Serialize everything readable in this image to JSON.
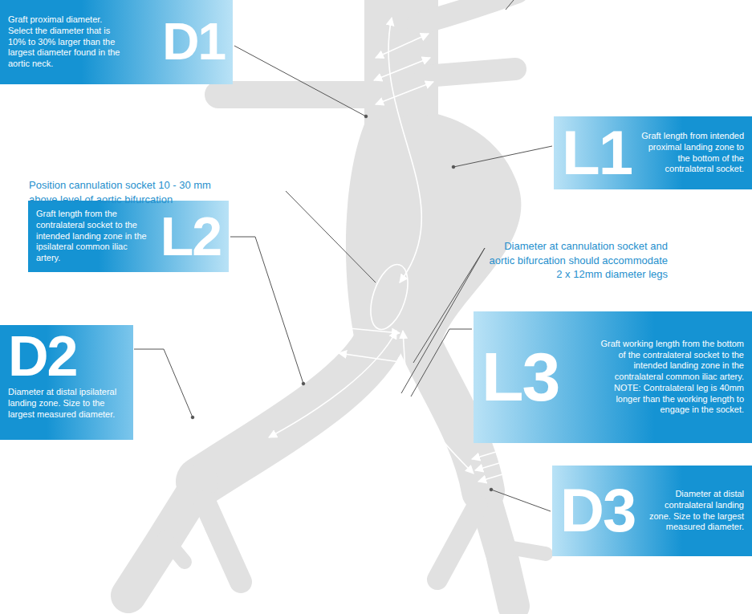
{
  "diagram": {
    "nodes": [
      {
        "text": [
          "D1",
          "Graft proximal diameter. Select the diameter that is 10% to 30% larger than the largest diameter found in the aortic neck."
        ]
      },
      {
        "text": [
          "L1",
          "Graft length from intended proximal landing zone to the bottom of the contralateral socket."
        ]
      },
      {
        "text": [
          "L2",
          "Graft length from the contralateral socket to the intended landing zone in the ipsilateral common iliac artery."
        ]
      },
      {
        "text": [
          "D2",
          "Diameter at distal ipsilateral landing zone. Size to the largest measured diameter."
        ]
      },
      {
        "text": [
          "L3",
          "Graft working length from the bottom of the contralateral socket to the intended landing zone in the contralateral common iliac artery.",
          "NOTE: Contralateral leg is 40mm longer than the working length to engage in the socket."
        ]
      },
      {
        "text": [
          "D3",
          "Diameter at distal contralateral landing zone. Size to the largest measured diameter."
        ]
      }
    ],
    "labels": [
      "Position cannulation socket 10 - 30 mm above level of aortic bifurcation",
      "Diameter at cannulation socket and aortic bifurcation should accommodate 2 x 12mm diameter legs"
    ]
  }
}
